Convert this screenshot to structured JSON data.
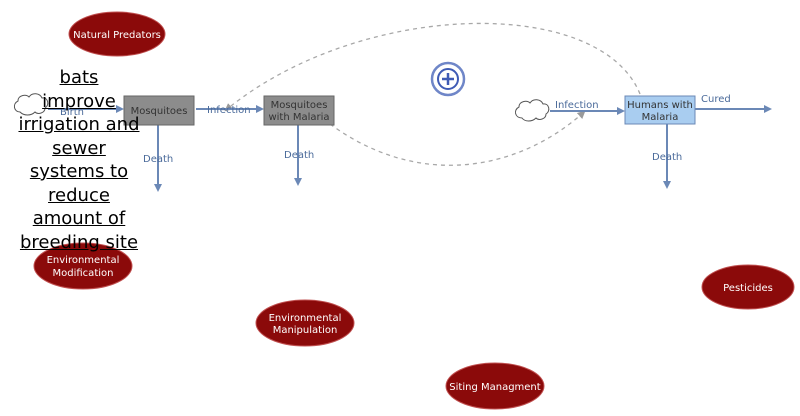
{
  "stocks": {
    "mosquitoes": "Mosquitoes",
    "mosquitoes_malaria_1": "Mosquitoes",
    "mosquitoes_malaria_2": "with Malaria",
    "humans_malaria_1": "Humans with",
    "humans_malaria_2": "Malaria"
  },
  "flows": {
    "birth": "Birth",
    "infection_1": "Infection",
    "infection_2": "Infection",
    "death_1": "Death",
    "death_2": "Death",
    "death_3": "Death",
    "cured": "Cured"
  },
  "ovals": {
    "natural_predators": "Natural Predators",
    "environmental_modification": "Environmental",
    "environmental_modification_2": "Modification",
    "environmental_manipulation_1": "Environmental",
    "environmental_manipulation_2": "Manipulation",
    "siting_management": "Siting Managment",
    "pesticides": "Pesticides"
  },
  "annotation": [
    "bats",
    "improve",
    "irrigation and",
    "sewer",
    "systems to",
    "reduce",
    "amount of",
    "breeding site"
  ],
  "colors": {
    "oval_fill": "#8b0a0a",
    "flow_arrow": "#6b88b6",
    "stock_gray": "#8c8c8c",
    "stock_blue": "#a9cdf0"
  },
  "icons": {
    "add": "plus-circle-icon",
    "source": "cloud-icon"
  }
}
